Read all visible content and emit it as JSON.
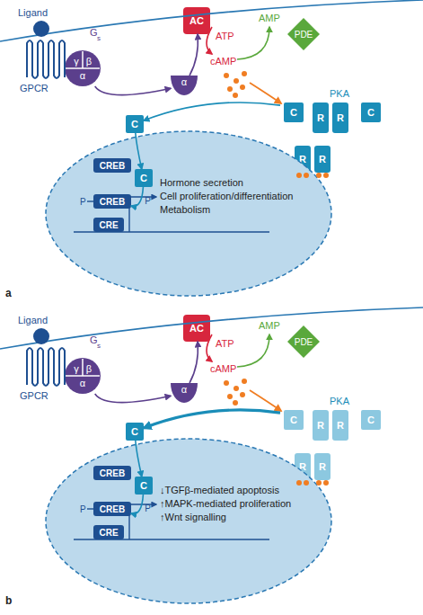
{
  "diagram": {
    "nodes": [
      {
        "text": [
          "γ",
          "β",
          "α"
        ]
      },
      {
        "text": [
          "α"
        ]
      },
      {
        "text": [
          "AC"
        ]
      },
      {
        "text": [
          "PDE"
        ]
      },
      {
        "text": [
          "PKA"
        ]
      },
      {
        "text": [
          "C"
        ],
        "in": 4
      },
      {
        "text": [
          "R"
        ],
        "in": 4
      },
      {
        "text": [
          "R"
        ],
        "in": 4
      },
      {
        "text": [
          "C"
        ],
        "in": 4
      },
      {
        "text": [
          "R"
        ]
      },
      {
        "text": [
          "R"
        ]
      },
      {
        "text": [
          "C"
        ]
      },
      {
        "text": [
          "Hormone secretion",
          "Cell proliferation/differentiation",
          "Metabolism"
        ]
      },
      {
        "text": [
          "CREB"
        ],
        "in": 12
      },
      {
        "text": [
          "C"
        ],
        "in": 12
      },
      {
        "text": [
          "CREB"
        ],
        "in": 12
      },
      {
        "text": [
          "CRE"
        ],
        "in": 12
      },
      {
        "text": [
          "γ",
          "β",
          "α"
        ]
      },
      {
        "text": [
          "α"
        ]
      },
      {
        "text": [
          "AC"
        ]
      },
      {
        "text": [
          "PDE"
        ]
      },
      {
        "text": [
          "PKA"
        ]
      },
      {
        "text": [
          "C"
        ],
        "in": 21
      },
      {
        "text": [
          "R"
        ],
        "in": 21
      },
      {
        "text": [
          "R"
        ],
        "in": 21
      },
      {
        "text": [
          "C"
        ],
        "in": 21
      },
      {
        "text": [
          "R"
        ]
      },
      {
        "text": [
          "R"
        ]
      },
      {
        "text": [
          "C"
        ]
      },
      {
        "text": [
          "↓TGFβ-mediated apoptosis",
          "↑MAPK-mediated proliferation",
          "↑Wnt signalling"
        ]
      },
      {
        "text": [
          "CREB"
        ],
        "in": 29
      },
      {
        "text": [
          "C"
        ],
        "in": 29
      },
      {
        "text": [
          "CREB"
        ],
        "in": 29
      },
      {
        "text": [
          "CRE"
        ],
        "in": 29
      }
    ],
    "edges": [
      {
        "from": 0,
        "to": 1,
        "arrow": "to"
      },
      {
        "from": 1,
        "to": 2,
        "arrow": "to"
      },
      {
        "from": 4,
        "to": 11,
        "arrow": "to"
      },
      {
        "from": 11,
        "to": 14,
        "arrow": "to"
      },
      {
        "from": 14,
        "to": 15,
        "label": "P",
        "arrow": "to"
      },
      {
        "from": 17,
        "to": 18,
        "arrow": "to"
      },
      {
        "from": 18,
        "to": 19,
        "arrow": "to"
      },
      {
        "from": 21,
        "to": 28,
        "arrow": "to"
      },
      {
        "from": 28,
        "to": 31,
        "arrow": "to"
      },
      {
        "from": 31,
        "to": 32,
        "label": "P",
        "arrow": "to"
      }
    ],
    "labels": [
      "Ligand",
      "GPCR",
      "G",
      "s",
      "ATP",
      "AMP",
      "cAMP",
      "P",
      "a",
      "Ligand",
      "GPCR",
      "G",
      "s",
      "ATP",
      "AMP",
      "cAMP",
      "P",
      "b"
    ]
  }
}
